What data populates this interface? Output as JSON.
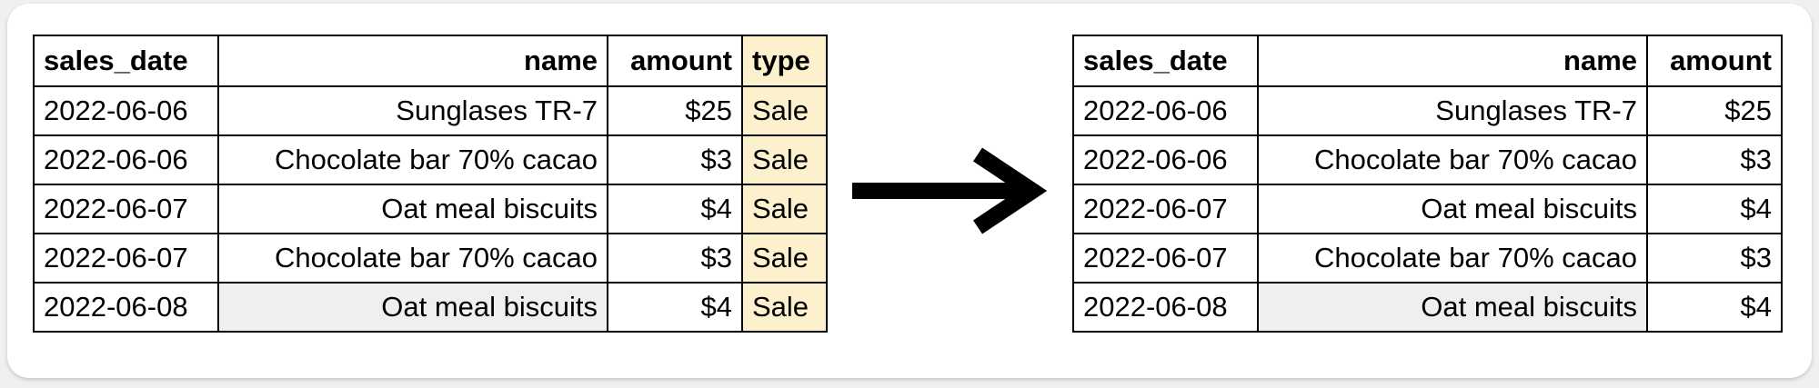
{
  "before": {
    "headers": [
      "sales_date",
      "name",
      "amount",
      "type"
    ],
    "rows": [
      [
        "2022-06-06",
        "Sunglases TR-7",
        "$25",
        "Sale"
      ],
      [
        "2022-06-06",
        "Chocolate bar 70% cacao",
        "$3",
        "Sale"
      ],
      [
        "2022-06-07",
        "Oat meal biscuits",
        "$4",
        "Sale"
      ],
      [
        "2022-06-07",
        "Chocolate bar 70% cacao",
        "$3",
        "Sale"
      ],
      [
        "2022-06-08",
        "Oat meal biscuits",
        "$4",
        "Sale"
      ]
    ]
  },
  "after": {
    "headers": [
      "sales_date",
      "name",
      "amount"
    ],
    "rows": [
      [
        "2022-06-06",
        "Sunglases TR-7",
        "$25"
      ],
      [
        "2022-06-06",
        "Chocolate bar 70% cacao",
        "$3"
      ],
      [
        "2022-06-07",
        "Oat meal biscuits",
        "$4"
      ],
      [
        "2022-06-07",
        "Chocolate bar 70% cacao",
        "$3"
      ],
      [
        "2022-06-08",
        "Oat meal biscuits",
        "$4"
      ]
    ]
  },
  "colors": {
    "removed_column_highlight": "#fdf0cc",
    "selected_cell_gray": "#efefef",
    "border": "#000000"
  },
  "icons": {
    "transform_arrow": "arrow-right-icon"
  }
}
